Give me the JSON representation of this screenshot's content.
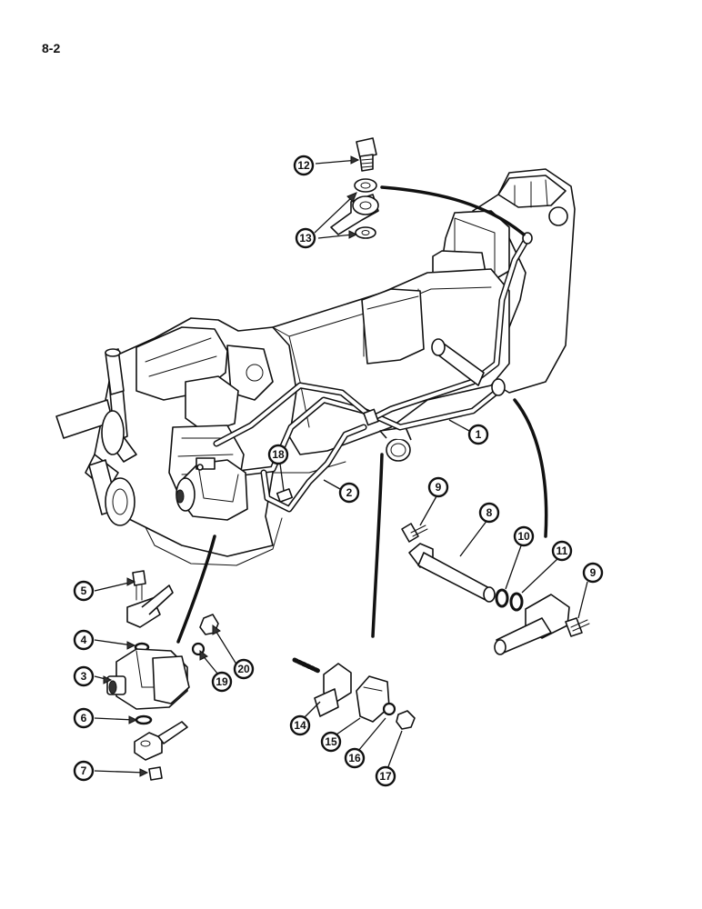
{
  "page": {
    "number": "8-2"
  },
  "callouts": [
    {
      "id": "c1",
      "label": "1"
    },
    {
      "id": "c2",
      "label": "2"
    },
    {
      "id": "c3",
      "label": "3"
    },
    {
      "id": "c4",
      "label": "4"
    },
    {
      "id": "c5",
      "label": "5"
    },
    {
      "id": "c6",
      "label": "6"
    },
    {
      "id": "c7",
      "label": "7"
    },
    {
      "id": "c8",
      "label": "8"
    },
    {
      "id": "c9a",
      "label": "9"
    },
    {
      "id": "c9b",
      "label": "9"
    },
    {
      "id": "c10",
      "label": "10"
    },
    {
      "id": "c11",
      "label": "11"
    },
    {
      "id": "c12",
      "label": "12"
    },
    {
      "id": "c13",
      "label": "13"
    },
    {
      "id": "c14",
      "label": "14"
    },
    {
      "id": "c15",
      "label": "15"
    },
    {
      "id": "c16",
      "label": "16"
    },
    {
      "id": "c17",
      "label": "17"
    },
    {
      "id": "c18",
      "label": "18"
    },
    {
      "id": "c19",
      "label": "19"
    },
    {
      "id": "c20",
      "label": "20"
    }
  ]
}
